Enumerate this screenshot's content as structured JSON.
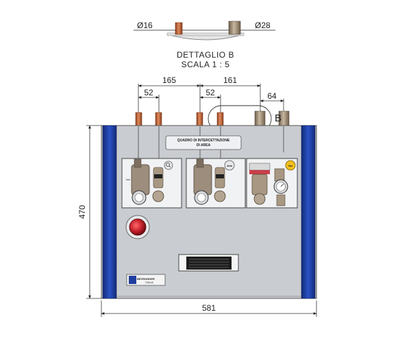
{
  "detail": {
    "pipe_small_label": "Ø16",
    "pipe_large_label": "Ø28",
    "title": "DETTAGLIO B",
    "scale": "SCALA 1 : 5",
    "marker": "B"
  },
  "dimensions": {
    "d165": "165",
    "d52a": "52",
    "d161": "161",
    "d52b": "52",
    "d64": "64",
    "height": "470",
    "width": "581"
  },
  "panel": {
    "sign_line1": "QUADRO DI INTERCETTAZIONE",
    "sign_line2": "DI AREA",
    "badge_air": "Aria",
    "badge_vac": "Vac",
    "brand_name": "BEVRONGER",
    "brand_sub": "ITALIA"
  },
  "colors": {
    "side_panel": "#1f3fa0",
    "cabinet": "#c9ccd0",
    "copper": "#c0653a",
    "brass": "#a4917a",
    "badge_yellow": "#f2c01e",
    "alarm_red": "#c4202b"
  }
}
